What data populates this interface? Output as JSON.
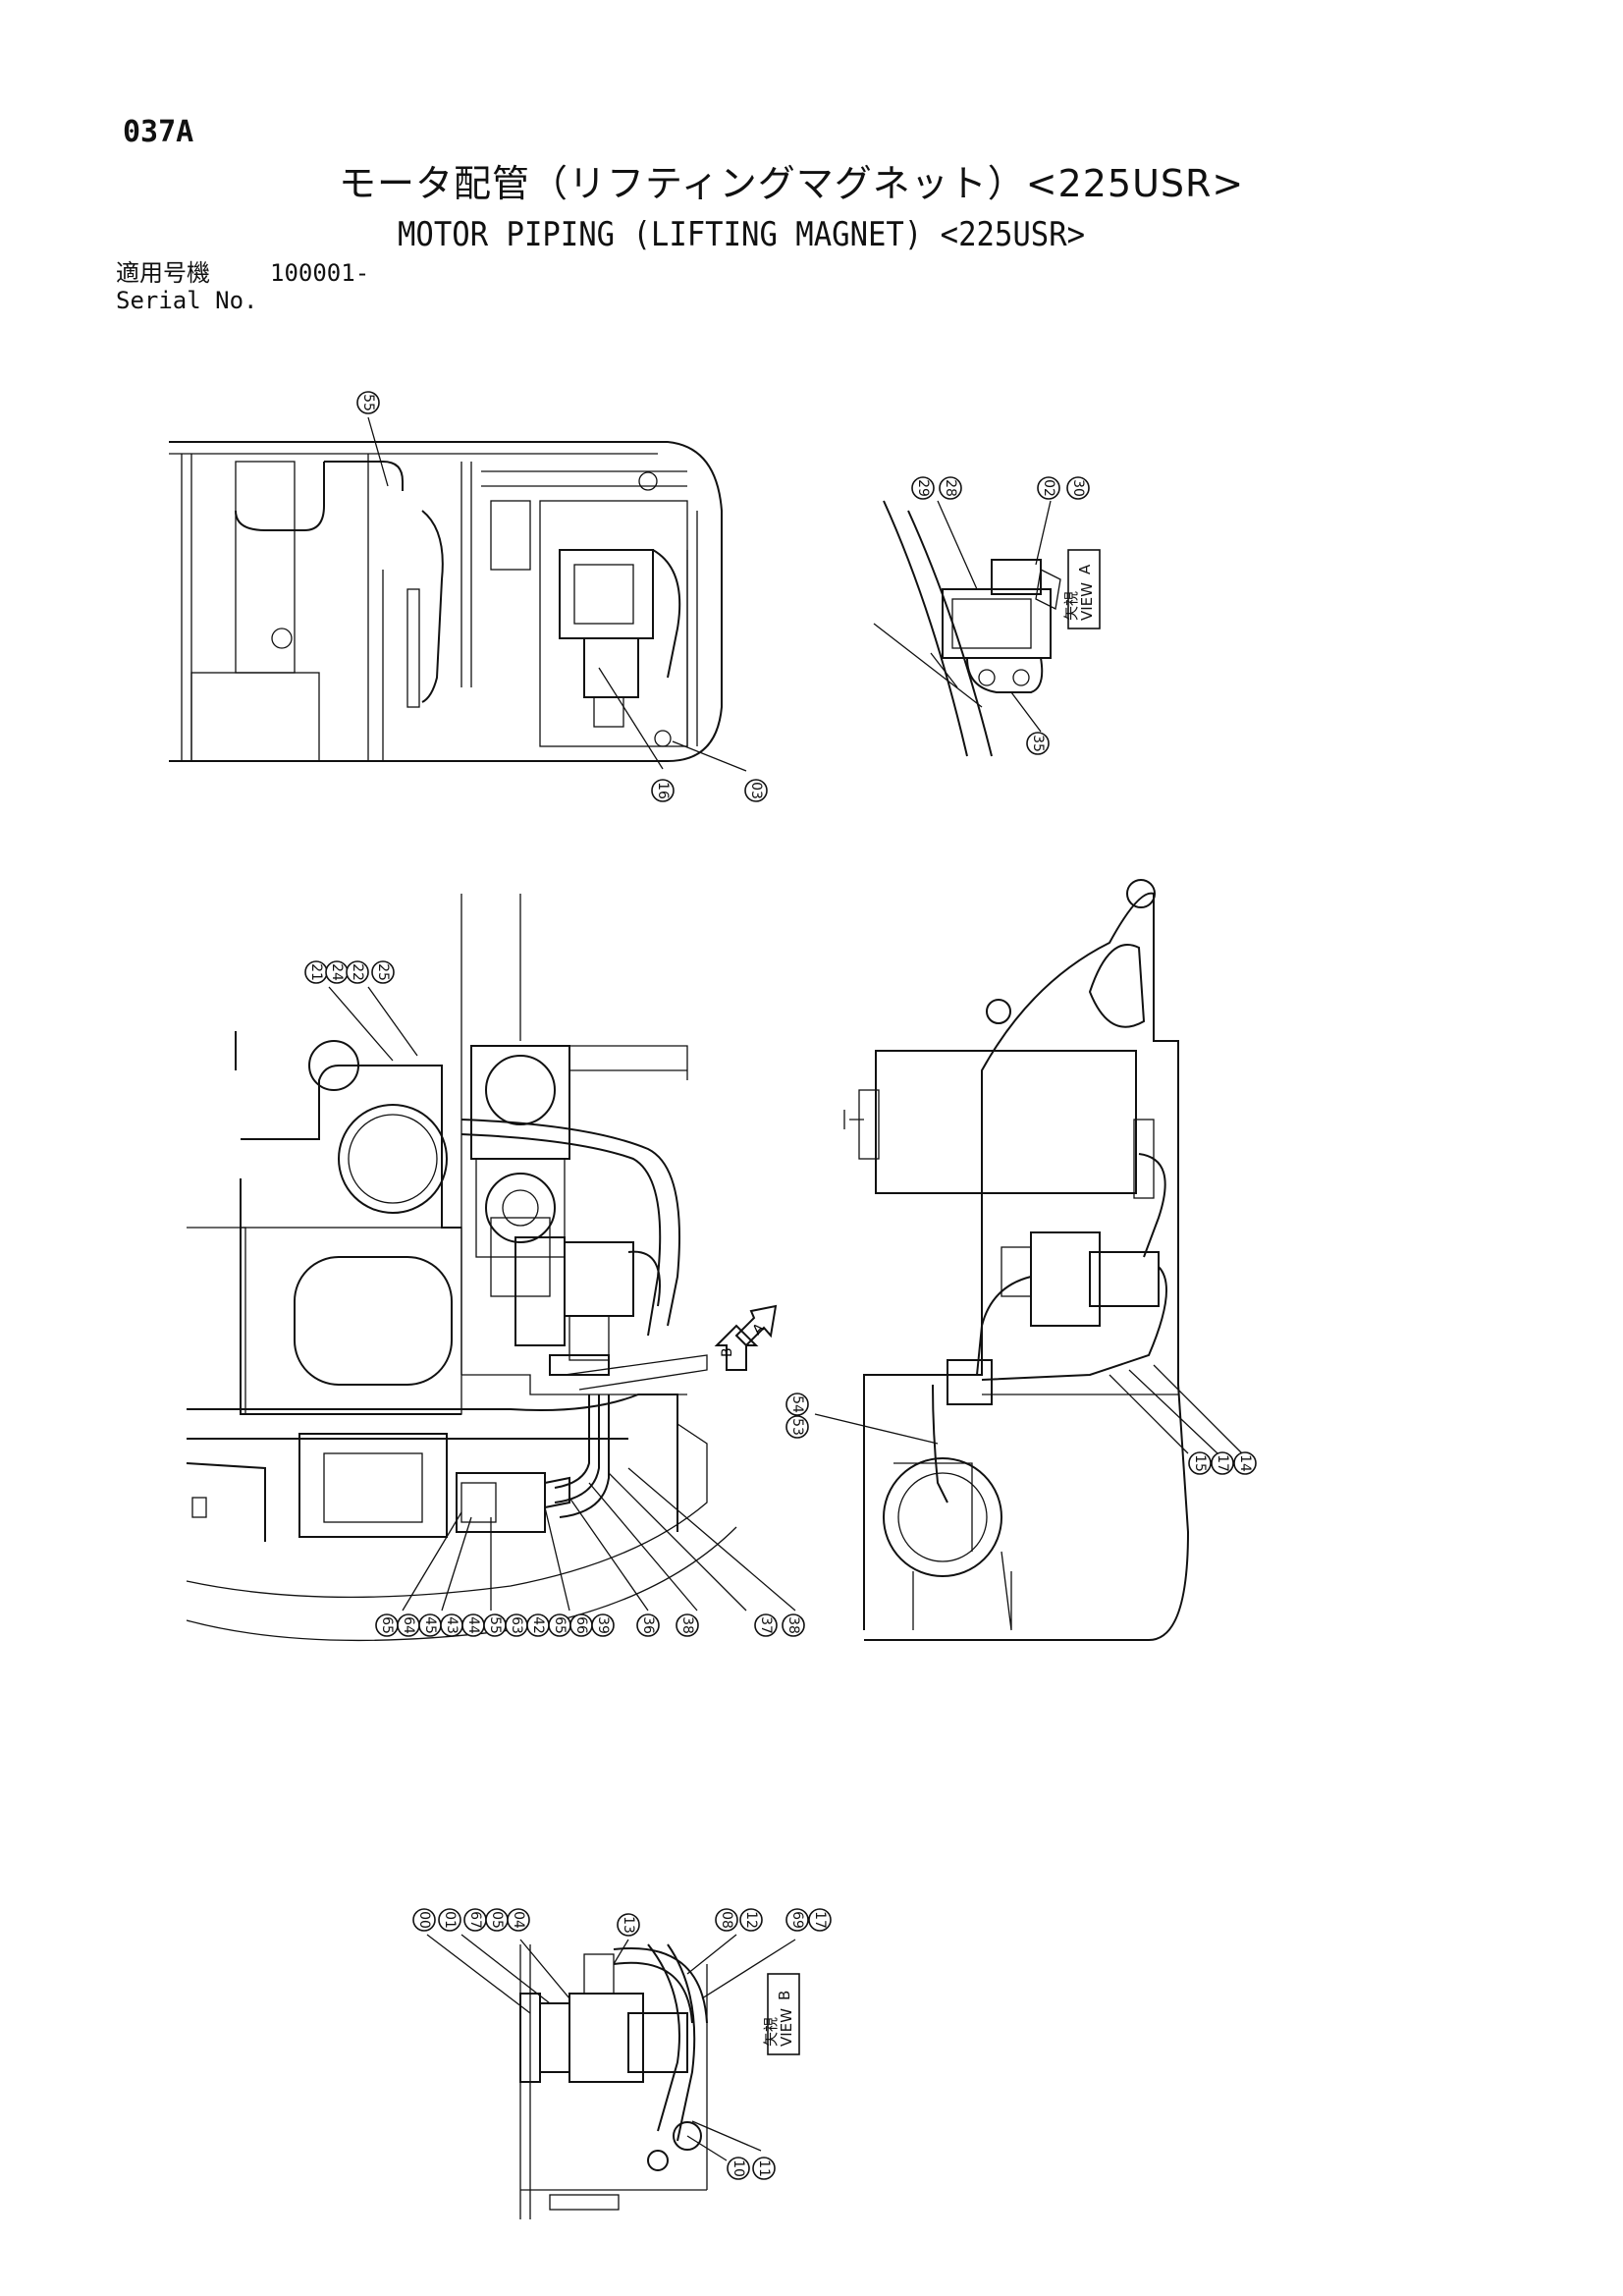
{
  "header": {
    "page_id": "037A",
    "title_jp": "モータ配管（リフティングマグネット）<225USR>",
    "title_en": "MOTOR PIPING (LIFTING MAGNET) <225USR>",
    "serial_label_jp": "適用号機",
    "serial_value": "100001-",
    "serial_label_en": "Serial No."
  },
  "views": {
    "view_a": {
      "word": "VIEW",
      "jp": "矢視",
      "letter": "A"
    },
    "view_b": {
      "word": "VIEW",
      "jp": "矢視",
      "letter": "B"
    },
    "arrow_a": "A",
    "arrow_b": "B"
  },
  "callouts": {
    "top_left": [
      "55",
      "16",
      "03"
    ],
    "top_right": [
      "29",
      "28",
      "02",
      "30",
      "35"
    ],
    "mid_left_top": [
      "21",
      "24",
      "22",
      "25"
    ],
    "mid_left_bottom": [
      "65",
      "64",
      "45",
      "43",
      "44",
      "55",
      "63",
      "42",
      "65",
      "66",
      "39",
      "36",
      "38",
      "37",
      "38"
    ],
    "mid_right": [
      "54",
      "53",
      "15",
      "17",
      "14"
    ],
    "bottom": [
      "00",
      "01",
      "67",
      "05",
      "04",
      "13",
      "08",
      "12",
      "69",
      "17",
      "10",
      "11"
    ]
  }
}
